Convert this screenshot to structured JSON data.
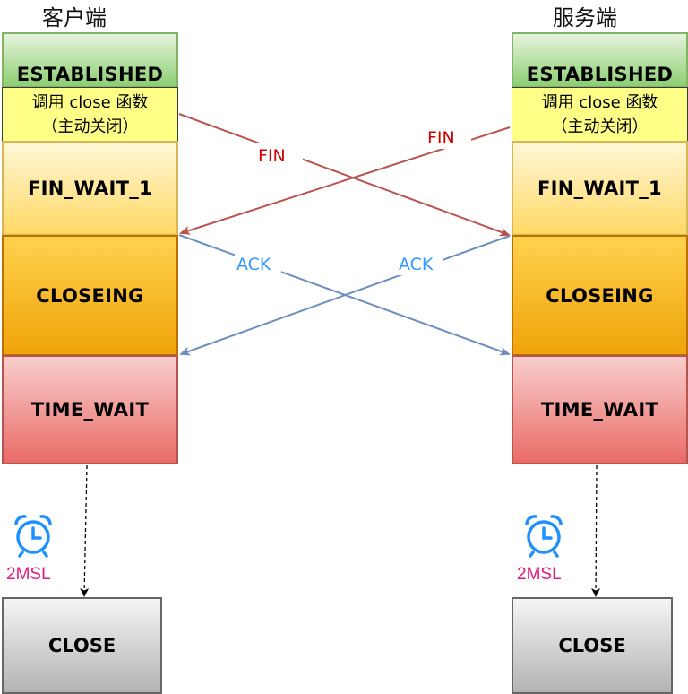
{
  "client": {
    "title": "客户端",
    "established": "ESTABLISHED",
    "call_line1": "调用 close 函数",
    "call_line2": "（主动关闭）",
    "fin_wait_1": "FIN_WAIT_1",
    "closeing": "CLOSEING",
    "time_wait": "TIME_WAIT",
    "timer_label": "2MSL",
    "close": "CLOSE"
  },
  "server": {
    "title": "服务端",
    "established": "ESTABLISHED",
    "call_line1": "调用 close 函数",
    "call_line2": "（主动关闭）",
    "fin_wait_1": "FIN_WAIT_1",
    "closeing": "CLOSEING",
    "time_wait": "TIME_WAIT",
    "timer_label": "2MSL",
    "close": "CLOSE"
  },
  "messages": {
    "client_fin": "FIN",
    "server_fin": "FIN",
    "client_ack": "ACK",
    "server_ack": "ACK"
  },
  "icons": {
    "timer": "alarm-clock-icon"
  },
  "colors": {
    "fin_arrow": "#b85450",
    "ack_arrow": "#6c8ebf",
    "fin_text": "#cc0000",
    "ack_text": "#3399ff",
    "timer_text": "#e0197d",
    "clock": "#1e90ff"
  }
}
